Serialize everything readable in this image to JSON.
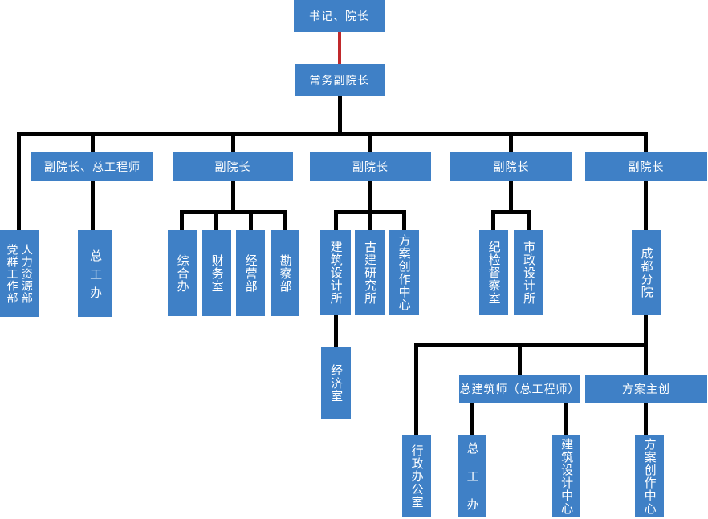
{
  "colors": {
    "box_fill": "#3f80c6",
    "box_text": "#ffffff",
    "connector_black": "#000000",
    "connector_red": "#c0292c",
    "background": "#ffffff"
  },
  "nodes": {
    "root": {
      "label": "书记、院长"
    },
    "exec_vice_dean": {
      "label": "常务副院长"
    },
    "vp_chief_engineer": {
      "label": "副院长、总工程师"
    },
    "vp_admin": {
      "label": "副院长"
    },
    "vp_design": {
      "label": "副院长"
    },
    "vp_discipline": {
      "label": "副院长"
    },
    "vp_branch": {
      "label": "副院长"
    },
    "party_mass_dept": {
      "label": "党群工作部"
    },
    "hr_dept": {
      "label": "人力资源部"
    },
    "chief_engineer_office": {
      "label": "总工办"
    },
    "general_affairs_office": {
      "label": "综合办"
    },
    "finance_office": {
      "label": "财务室"
    },
    "business_dept": {
      "label": "经营部"
    },
    "survey_dept": {
      "label": "勘察部"
    },
    "architectural_design_institute": {
      "label": "建筑设计所"
    },
    "ancient_architecture_institute": {
      "label": "古建研究所"
    },
    "scheme_creation_center": {
      "label": "方案创作中心"
    },
    "economy_office": {
      "label": "经济室"
    },
    "discipline_inspection_office": {
      "label": "纪检督察室"
    },
    "municipal_design_institute": {
      "label": "市政设计所"
    },
    "chengdu_branch": {
      "label": "成都分院"
    },
    "chief_architect": {
      "label": "总建筑师（总工程师）"
    },
    "scheme_lead": {
      "label": "方案主创"
    },
    "admin_office": {
      "label": "行政办公室"
    },
    "branch_chief_engineer_office": {
      "label": "总工办"
    },
    "architectural_design_center": {
      "label": "建筑设计中心"
    },
    "branch_scheme_creation_center": {
      "label": "方案创作中心"
    }
  }
}
